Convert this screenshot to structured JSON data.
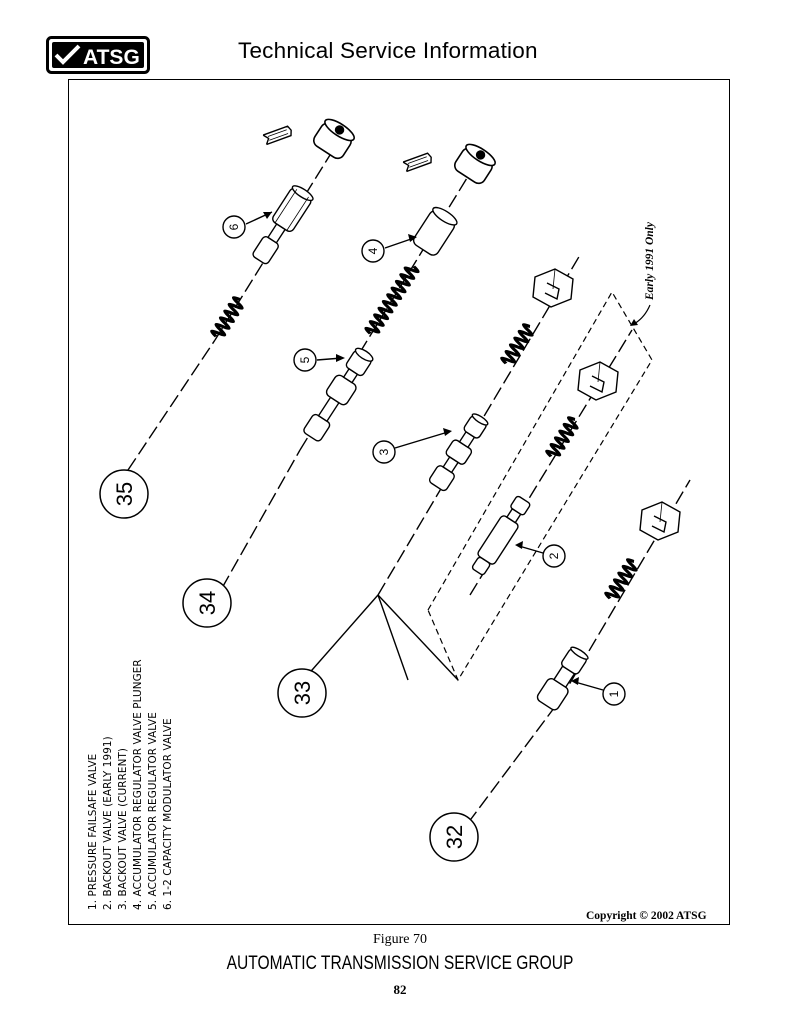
{
  "header": {
    "logo_text": "ATSG",
    "title": "Technical Service Information"
  },
  "legend": {
    "items": [
      "1.  PRESSURE FAILSAFE VALVE",
      "2.  BACKOUT VALVE (EARLY 1991)",
      "3.  BACKOUT VALVE (CURRENT)",
      "4.  ACCUMULATOR REGULATOR VALVE PLUNGER",
      "5.  ACCUMULATOR REGULATOR VALVE",
      "6.  1-2 CAPACITY MODULATOR VALVE"
    ]
  },
  "diagram": {
    "callouts": [
      "1",
      "2",
      "3",
      "4",
      "5",
      "6"
    ],
    "bore_numbers": [
      "32",
      "33",
      "34",
      "35"
    ],
    "annotation": "Early 1991 Only"
  },
  "copyright": "Copyright © 2002 ATSG",
  "figure_caption": "Figure 70",
  "footer": {
    "org": "AUTOMATIC TRANSMISSION SERVICE GROUP",
    "page_number": "82"
  },
  "colors": {
    "ink": "#000000",
    "paper": "#ffffff"
  }
}
